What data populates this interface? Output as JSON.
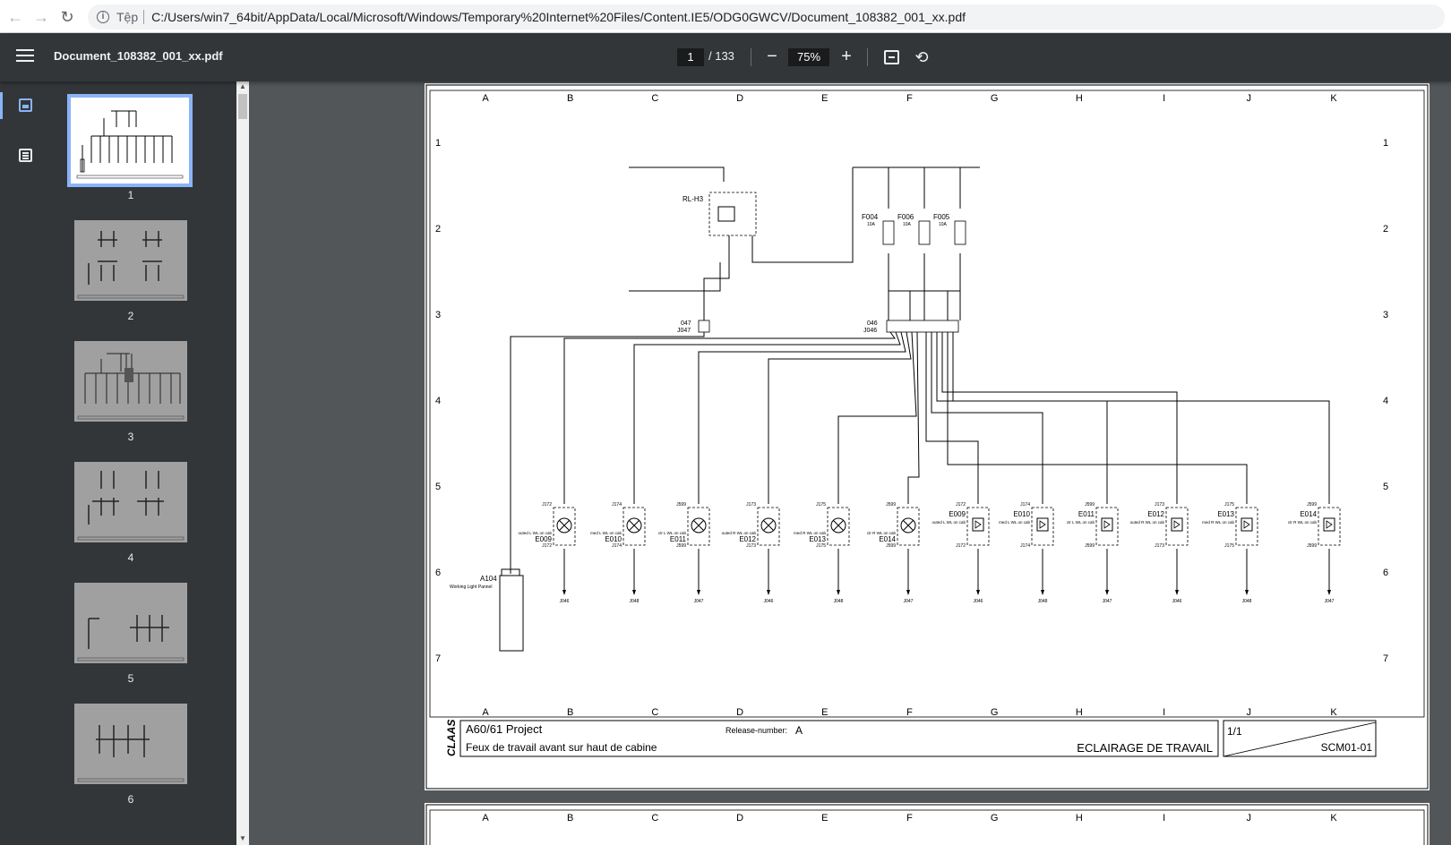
{
  "browser": {
    "scheme_label": "Tệp",
    "url": "C:/Users/win7_64bit/AppData/Local/Microsoft/Windows/Temporary%20Internet%20Files/Content.IE5/ODG0GWCV/Document_108382_001_xx.pdf"
  },
  "toolbar": {
    "title": "Document_108382_001_xx.pdf",
    "current_page": "1",
    "page_total": "/ 133",
    "zoom": "75%",
    "zoom_minus": "−",
    "zoom_plus": "+"
  },
  "thumbnails": [
    {
      "label": "1"
    },
    {
      "label": "2"
    },
    {
      "label": "3"
    },
    {
      "label": "4"
    },
    {
      "label": "5"
    },
    {
      "label": "6"
    }
  ],
  "drawing": {
    "columns": [
      "A",
      "B",
      "C",
      "D",
      "E",
      "F",
      "G",
      "H",
      "I",
      "J",
      "K"
    ],
    "rows": [
      "1",
      "2",
      "3",
      "4",
      "5",
      "6",
      "7"
    ],
    "relay_label": "RL-H3",
    "fuses": [
      {
        "name": "F004",
        "rating": "10A"
      },
      {
        "name": "F006",
        "rating": "10A"
      },
      {
        "name": "F005",
        "rating": "10A"
      }
    ],
    "connector_047": "047",
    "connector_j047": "J047",
    "connector_046": "046",
    "connector_j046": "J046",
    "panel_name": "A104",
    "panel_desc": "Working Light Pannel",
    "lamps": [
      {
        "name": "E009",
        "desc": "outed L WL on cab",
        "top": "J172",
        "bottom": "J172",
        "ground": "J046"
      },
      {
        "name": "E010",
        "desc": "med L WL on cab",
        "top": "J174",
        "bottom": "J174",
        "ground": "J048"
      },
      {
        "name": "E011",
        "desc": "ctr L WL on cab",
        "top": "J599",
        "bottom": "J599",
        "ground": "J047"
      },
      {
        "name": "E012",
        "desc": "outed R WL on cab",
        "top": "J173",
        "bottom": "J173",
        "ground": "J046"
      },
      {
        "name": "E013",
        "desc": "med R WL on cab",
        "top": "J175",
        "bottom": "J175",
        "ground": "J048"
      },
      {
        "name": "E014",
        "desc": "ctr R WL on cab",
        "top": "J599",
        "bottom": "J599",
        "ground": "J047"
      },
      {
        "name": "E009",
        "desc": "outed L WL on cab",
        "top": "J172",
        "bottom": "J172",
        "ground": "J046"
      },
      {
        "name": "E010",
        "desc": "med L WL on cab",
        "top": "J174",
        "bottom": "J174",
        "ground": "J048"
      },
      {
        "name": "E011",
        "desc": "ctr L WL on cab",
        "top": "J599",
        "bottom": "J599",
        "ground": "J047"
      },
      {
        "name": "E012",
        "desc": "outed R WL on cab",
        "top": "J173",
        "bottom": "J173",
        "ground": "J046"
      },
      {
        "name": "E013",
        "desc": "med R WL on cab",
        "top": "J175",
        "bottom": "J175",
        "ground": "J048"
      },
      {
        "name": "E014",
        "desc": "ctr R WL on cab",
        "top": "J599",
        "bottom": "J599",
        "ground": "J047"
      }
    ],
    "title_block": {
      "logo": "CLAAS",
      "project": "A60/61 Project",
      "release_label": "Release-number:",
      "release_value": "A",
      "description": "Feux de travail avant sur haut de cabine",
      "function": "ECLAIRAGE DE TRAVAIL",
      "sheet": "1/1",
      "code": "SCM01-01"
    }
  },
  "colors": {
    "toolbar": "#323639",
    "viewer_bg": "#525659",
    "accent": "#8ab4f8"
  },
  "icons": [
    "back-arrow-icon",
    "forward-arrow-icon",
    "reload-icon",
    "info-icon",
    "menu-icon",
    "fit-page-icon",
    "rotate-icon",
    "thumbnails-icon",
    "outline-icon"
  ]
}
